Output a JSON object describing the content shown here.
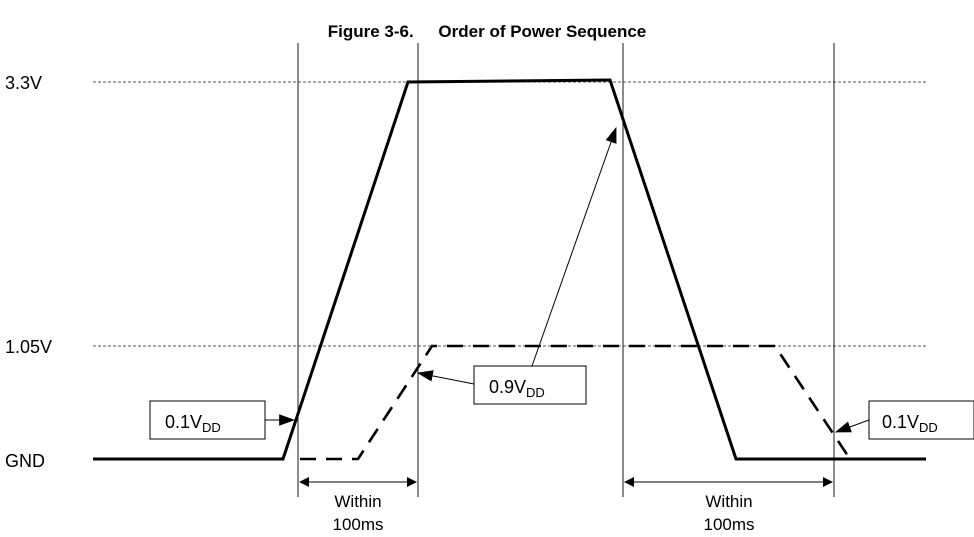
{
  "title": {
    "figure_number": "Figure 3-6.",
    "figure_name": "Order of Power Sequence"
  },
  "levels": {
    "high": "3.3V",
    "mid": "1.05V",
    "ground": "GND"
  },
  "callouts": {
    "left": {
      "main": "0.1V",
      "sub": "DD"
    },
    "middle": {
      "main": "0.9V",
      "sub": "DD"
    },
    "right": {
      "main": "0.1V",
      "sub": "DD"
    }
  },
  "dimensions": {
    "left": {
      "line1": "Within",
      "line2": "100ms"
    },
    "right": {
      "line1": "Within",
      "line2": "100ms"
    }
  },
  "colors": {
    "ink": "#000000",
    "guide": "#555555",
    "background": "#ffffff"
  }
}
